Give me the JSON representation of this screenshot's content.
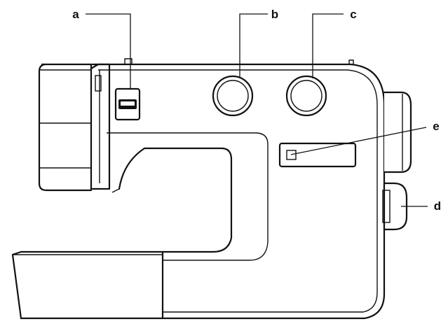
{
  "callouts": {
    "a": "a",
    "b": "b",
    "c": "c",
    "d": "d",
    "e": "e"
  },
  "colors": {
    "line": "#111111",
    "background": "#ffffff"
  }
}
